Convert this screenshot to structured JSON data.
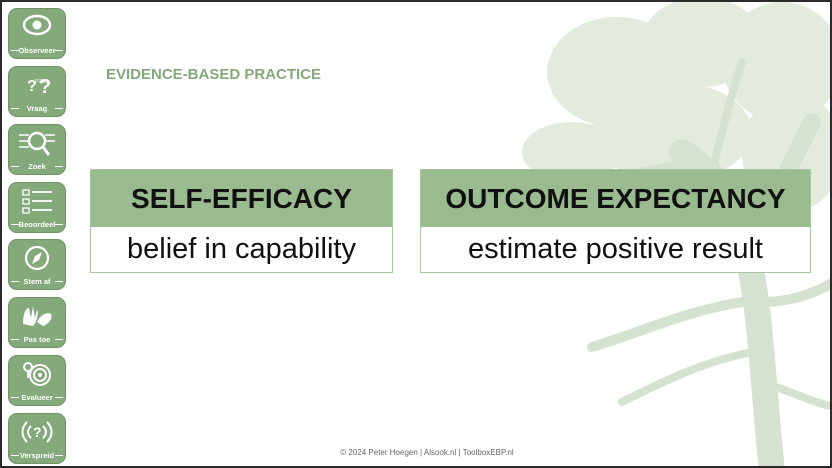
{
  "header": {
    "kicker": "EVIDENCE-BASED PRACTICE"
  },
  "rail": {
    "items": [
      {
        "label": "Observeer",
        "icon": "eye-icon"
      },
      {
        "label": "Vraag",
        "icon": "question-icon"
      },
      {
        "label": "Zoek",
        "icon": "magnifier-icon"
      },
      {
        "label": "Beoordeel",
        "icon": "checklist-icon"
      },
      {
        "label": "Stem af",
        "icon": "compass-icon"
      },
      {
        "label": "Pas toe",
        "icon": "hands-icon"
      },
      {
        "label": "Evalueer",
        "icon": "target-icon"
      },
      {
        "label": "Verspreid",
        "icon": "broadcast-icon"
      }
    ]
  },
  "cards": [
    {
      "title": "SELF-EFFICACY",
      "text": "belief in capability"
    },
    {
      "title": "OUTCOME EXPECTANCY",
      "text": "estimate positive result"
    }
  ],
  "footer": {
    "text": "© 2024 Peter Hoegen | Alsook.nl | ToolboxEBP.nl"
  },
  "colors": {
    "accent": "#84a97a",
    "card_head": "#9abb8f",
    "tree": "#dfe8da"
  }
}
